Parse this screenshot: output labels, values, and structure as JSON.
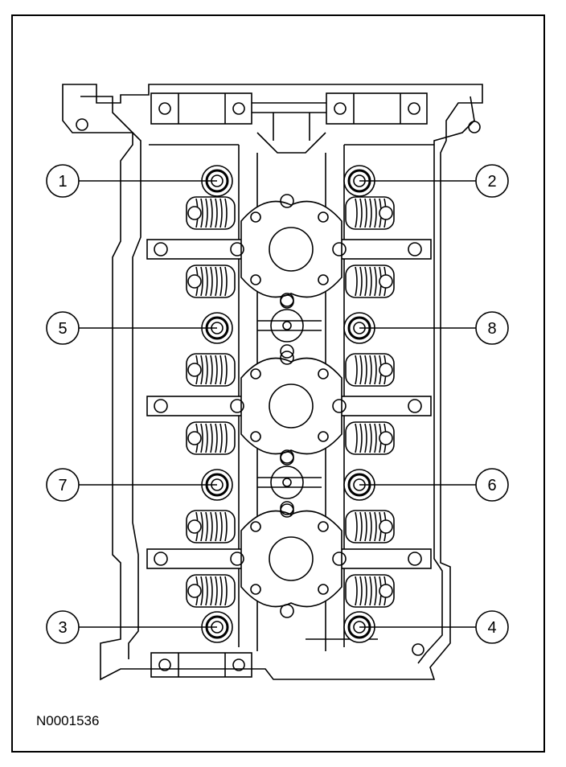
{
  "figure": {
    "id": "N0001536",
    "line_color": "#000000",
    "background": "#ffffff"
  },
  "callouts": [
    {
      "label": "1",
      "side": "left",
      "row": "top"
    },
    {
      "label": "2",
      "side": "right",
      "row": "top"
    },
    {
      "label": "5",
      "side": "left",
      "row": "upper-middle"
    },
    {
      "label": "8",
      "side": "right",
      "row": "upper-middle"
    },
    {
      "label": "7",
      "side": "left",
      "row": "lower-middle"
    },
    {
      "label": "6",
      "side": "right",
      "row": "lower-middle"
    },
    {
      "label": "3",
      "side": "left",
      "row": "bottom"
    },
    {
      "label": "4",
      "side": "right",
      "row": "bottom"
    }
  ]
}
